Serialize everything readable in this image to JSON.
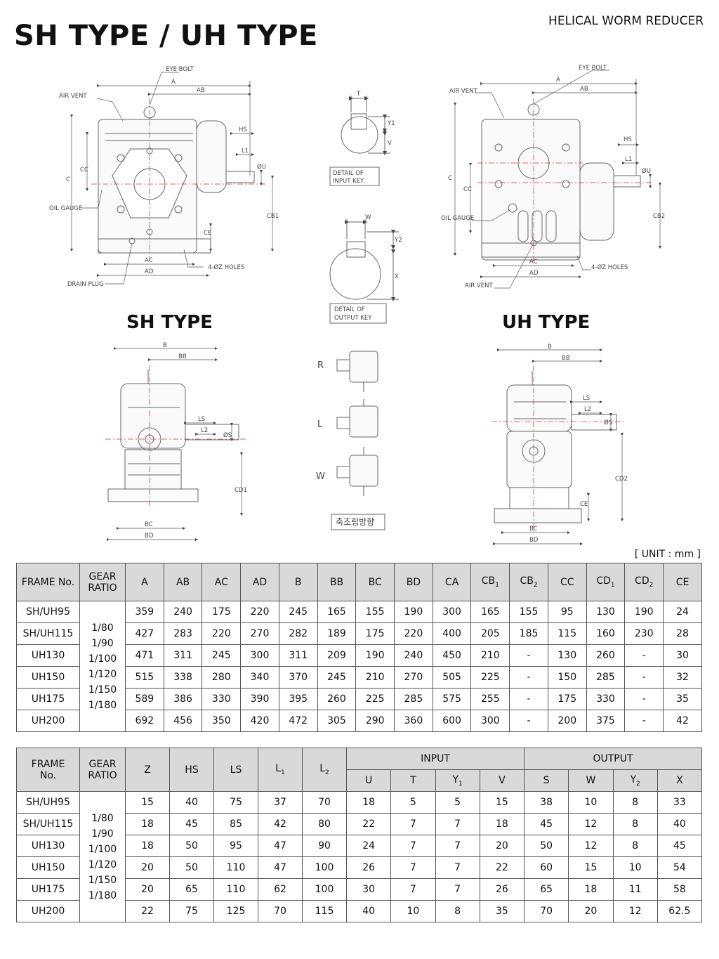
{
  "page": {
    "title": "SH TYPE / UH TYPE",
    "subtitle": "HELICAL WORM REDUCER",
    "unit": "[ UNIT : mm ]"
  },
  "drawings": {
    "sh_label": "SH TYPE",
    "uh_label": "UH TYPE",
    "callouts": {
      "eye_bolt": "EYE BOLT",
      "air_vent": "AIR VENT",
      "oil_gauge": "OIL GAUGE",
      "drain_plug": "DRAIN PLUG",
      "holes": "4-ØZ HOLES",
      "detail_input_1": "DETAIL OF",
      "detail_input_2": "INPUT KEY",
      "detail_output_1": "DETAIL OF",
      "detail_output_2": "OUTPUT KEY",
      "assembly": "축조립방향"
    },
    "dims": {
      "A": "A",
      "AB": "AB",
      "C": "C",
      "CC": "CC",
      "HS": "HS",
      "L1": "L1",
      "U": "ØU",
      "CB1": "CB1",
      "CB2": "CB2",
      "CE": "CE",
      "AC": "AC",
      "AD": "AD",
      "T": "T",
      "Y1": "Y1",
      "V": "V",
      "W": "W",
      "Y2": "Y2",
      "X": "X",
      "B": "B",
      "BB": "BB",
      "LS": "LS",
      "L2": "L2",
      "S": "ØS",
      "CD1": "CD1",
      "CD2": "CD2",
      "BC": "BC",
      "BD": "BD",
      "R": "R",
      "L": "L",
      "Wd": "W"
    }
  },
  "table1": {
    "headers": {
      "frame": "FRAME   No.",
      "gear_1": "GEAR",
      "gear_2": "RATIO",
      "A": "A",
      "AB": "AB",
      "AC": "AC",
      "AD": "AD",
      "B": "B",
      "BB": "BB",
      "BC": "BC",
      "BD": "BD",
      "CA": "CA",
      "CB1": "CB",
      "CB1_sub": "1",
      "CB2": "CB",
      "CB2_sub": "2",
      "CC": "CC",
      "CD1": "CD",
      "CD1_sub": "1",
      "CD2": "CD",
      "CD2_sub": "2",
      "CE": "CE"
    },
    "ratios": [
      "1/80",
      "1/90",
      "1/100",
      "1/120",
      "1/150",
      "1/180"
    ],
    "rows": [
      {
        "frame": "SH/UH95",
        "A": "359",
        "AB": "240",
        "AC": "175",
        "AD": "220",
        "B": "245",
        "BB": "165",
        "BC": "155",
        "BD": "190",
        "CA": "300",
        "CB1": "165",
        "CB2": "155",
        "CC": "95",
        "CD1": "130",
        "CD2": "190",
        "CE": "24"
      },
      {
        "frame": "SH/UH115",
        "A": "427",
        "AB": "283",
        "AC": "220",
        "AD": "270",
        "B": "282",
        "BB": "189",
        "BC": "175",
        "BD": "220",
        "CA": "400",
        "CB1": "205",
        "CB2": "185",
        "CC": "115",
        "CD1": "160",
        "CD2": "230",
        "CE": "28"
      },
      {
        "frame": "UH130",
        "A": "471",
        "AB": "311",
        "AC": "245",
        "AD": "300",
        "B": "311",
        "BB": "209",
        "BC": "190",
        "BD": "240",
        "CA": "450",
        "CB1": "210",
        "CB2": "-",
        "CC": "130",
        "CD1": "260",
        "CD2": "-",
        "CE": "30"
      },
      {
        "frame": "UH150",
        "A": "515",
        "AB": "338",
        "AC": "280",
        "AD": "340",
        "B": "370",
        "BB": "245",
        "BC": "210",
        "BD": "270",
        "CA": "505",
        "CB1": "225",
        "CB2": "-",
        "CC": "150",
        "CD1": "285",
        "CD2": "-",
        "CE": "32"
      },
      {
        "frame": "UH175",
        "A": "589",
        "AB": "386",
        "AC": "330",
        "AD": "390",
        "B": "395",
        "BB": "260",
        "BC": "225",
        "BD": "285",
        "CA": "575",
        "CB1": "255",
        "CB2": "-",
        "CC": "175",
        "CD1": "330",
        "CD2": "-",
        "CE": "35"
      },
      {
        "frame": "UH200",
        "A": "692",
        "AB": "456",
        "AC": "350",
        "AD": "420",
        "B": "472",
        "BB": "305",
        "BC": "290",
        "BD": "360",
        "CA": "600",
        "CB1": "300",
        "CB2": "-",
        "CC": "200",
        "CD1": "375",
        "CD2": "-",
        "CE": "42"
      }
    ]
  },
  "table2": {
    "headers": {
      "frame_1": "FRAME",
      "frame_2": "No.",
      "gear_1": "GEAR",
      "gear_2": "RATIO",
      "Z": "Z",
      "HS": "HS",
      "LS": "LS",
      "L1": "L",
      "L1_sub": "1",
      "L2": "L",
      "L2_sub": "2",
      "input": "INPUT",
      "output": "OUTPUT",
      "U": "U",
      "T": "T",
      "Y1": "Y",
      "Y1_sub": "1",
      "V": "V",
      "S": "S",
      "W": "W",
      "Y2": "Y",
      "Y2_sub": "2",
      "X": "X"
    },
    "ratios": [
      "1/80",
      "1/90",
      "1/100",
      "1/120",
      "1/150",
      "1/180"
    ],
    "rows": [
      {
        "frame": "SH/UH95",
        "Z": "15",
        "HS": "40",
        "LS": "75",
        "L1": "37",
        "L2": "70",
        "U": "18",
        "T": "5",
        "Y1": "5",
        "V": "15",
        "S": "38",
        "W": "10",
        "Y2": "8",
        "X": "33"
      },
      {
        "frame": "SH/UH115",
        "Z": "18",
        "HS": "45",
        "LS": "85",
        "L1": "42",
        "L2": "80",
        "U": "22",
        "T": "7",
        "Y1": "7",
        "V": "18",
        "S": "45",
        "W": "12",
        "Y2": "8",
        "X": "40"
      },
      {
        "frame": "UH130",
        "Z": "18",
        "HS": "50",
        "LS": "95",
        "L1": "47",
        "L2": "90",
        "U": "24",
        "T": "7",
        "Y1": "7",
        "V": "20",
        "S": "50",
        "W": "12",
        "Y2": "8",
        "X": "45"
      },
      {
        "frame": "UH150",
        "Z": "20",
        "HS": "50",
        "LS": "110",
        "L1": "47",
        "L2": "100",
        "U": "26",
        "T": "7",
        "Y1": "7",
        "V": "22",
        "S": "60",
        "W": "15",
        "Y2": "10",
        "X": "54"
      },
      {
        "frame": "UH175",
        "Z": "20",
        "HS": "65",
        "LS": "110",
        "L1": "62",
        "L2": "100",
        "U": "30",
        "T": "7",
        "Y1": "7",
        "V": "26",
        "S": "65",
        "W": "18",
        "Y2": "11",
        "X": "58"
      },
      {
        "frame": "UH200",
        "Z": "22",
        "HS": "75",
        "LS": "125",
        "L1": "70",
        "L2": "115",
        "U": "40",
        "T": "10",
        "Y1": "8",
        "V": "35",
        "S": "70",
        "W": "20",
        "Y2": "12",
        "X": "62.5"
      }
    ]
  }
}
